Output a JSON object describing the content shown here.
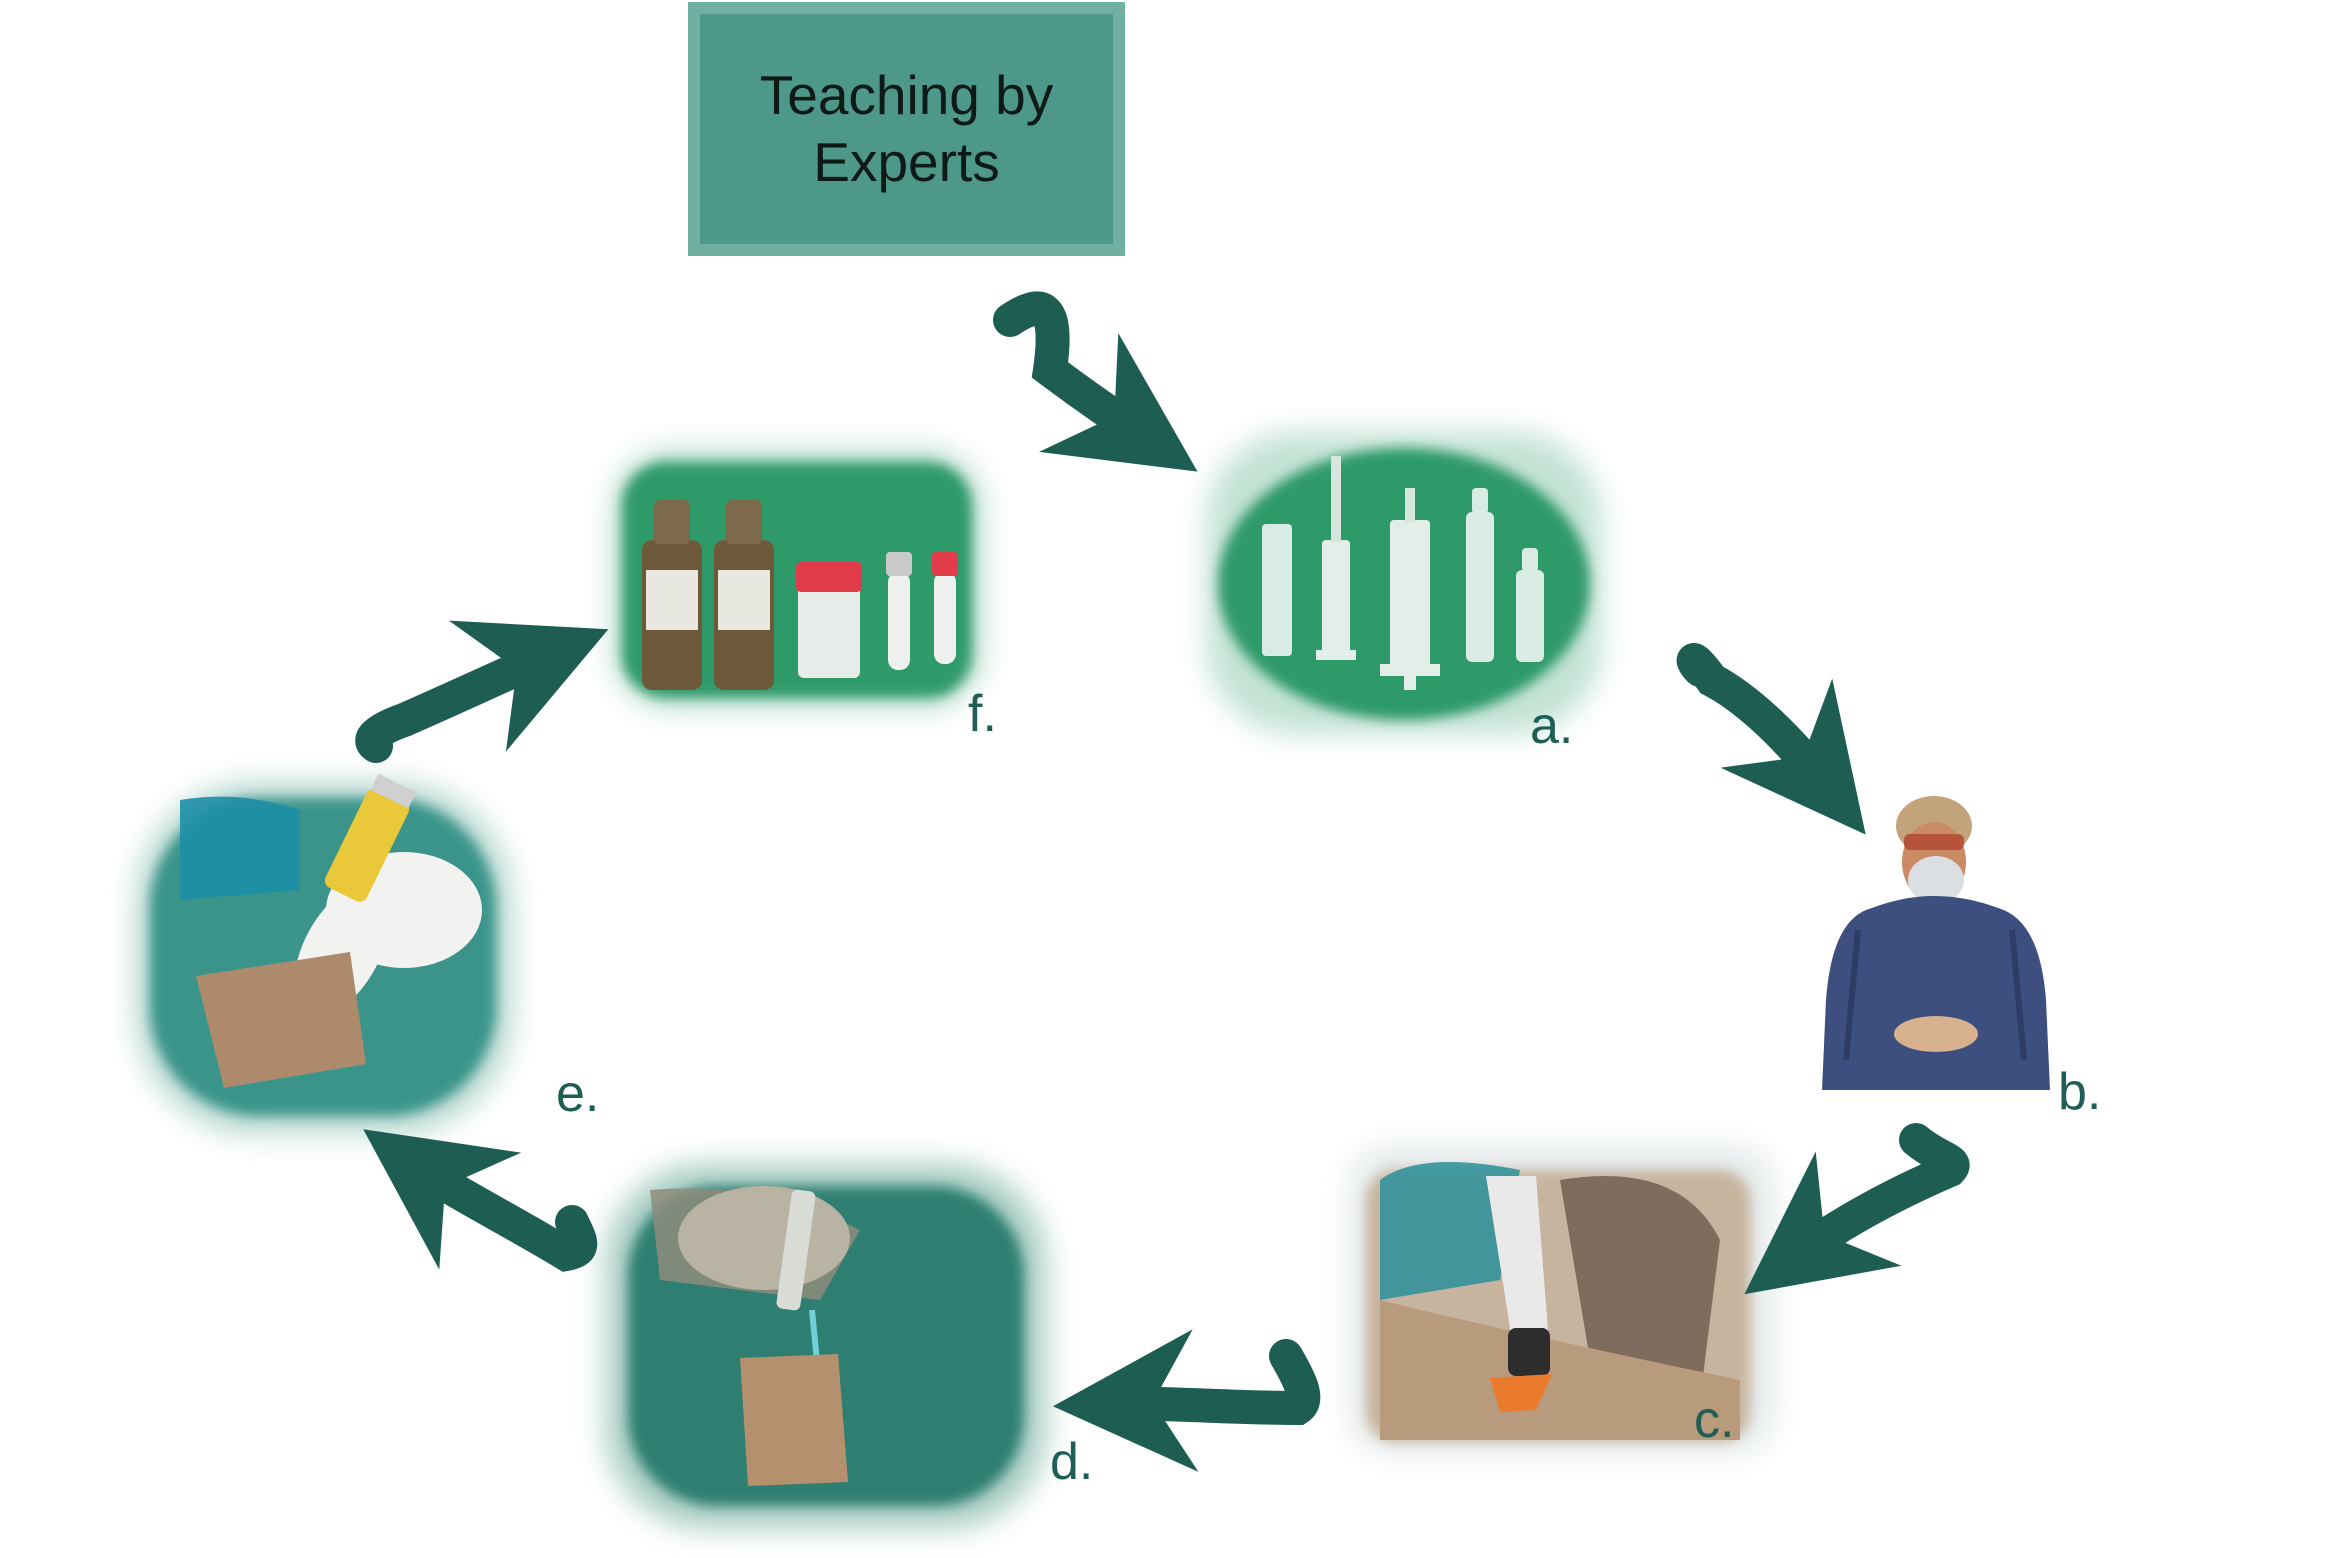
{
  "title": {
    "line1": "Teaching by",
    "line2": "Experts"
  },
  "steps": [
    {
      "id": "a",
      "label": "a.",
      "icon": "syringes-and-ampoules-icon"
    },
    {
      "id": "b",
      "label": "b.",
      "icon": "surgeon-in-gown-icon"
    },
    {
      "id": "c",
      "label": "c.",
      "icon": "ultrasound-probe-icon"
    },
    {
      "id": "d",
      "label": "d.",
      "icon": "needle-insertion-phantom-icon"
    },
    {
      "id": "e",
      "label": "e.",
      "icon": "syringe-injection-icon"
    },
    {
      "id": "f",
      "label": "f.",
      "icon": "sample-bottles-and-tubes-icon"
    }
  ],
  "colors": {
    "box_fill": "#4d9889",
    "box_border": "#6fb0a3",
    "arrow": "#1e5e52",
    "label": "#1f5e53",
    "drape_green": "#2f9a6a",
    "teal": "#3d8f86",
    "gown_blue": "#3c4f7e",
    "skin_tan": "#b08a6c"
  }
}
